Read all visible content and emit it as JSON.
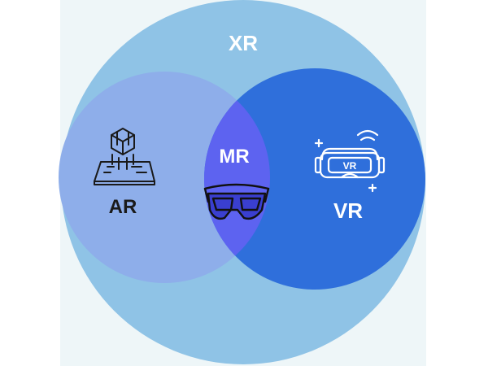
{
  "diagram": {
    "outer": {
      "label": "XR",
      "color": "#8fc3e6"
    },
    "left": {
      "label": "AR",
      "color": "#8eaeea",
      "text_color": "#1a1a1a"
    },
    "right": {
      "label": "VR",
      "color": "#2f6fdb",
      "text_color": "#ffffff"
    },
    "overlap": {
      "label": "MR",
      "color": "#5d63f0",
      "text_color": "#ffffff"
    },
    "icons": {
      "ar": "hologram-cube-icon",
      "vr": "vr-headset-icon",
      "mr": "mixed-reality-glasses-icon"
    },
    "vr_headset_badge": "VR"
  }
}
